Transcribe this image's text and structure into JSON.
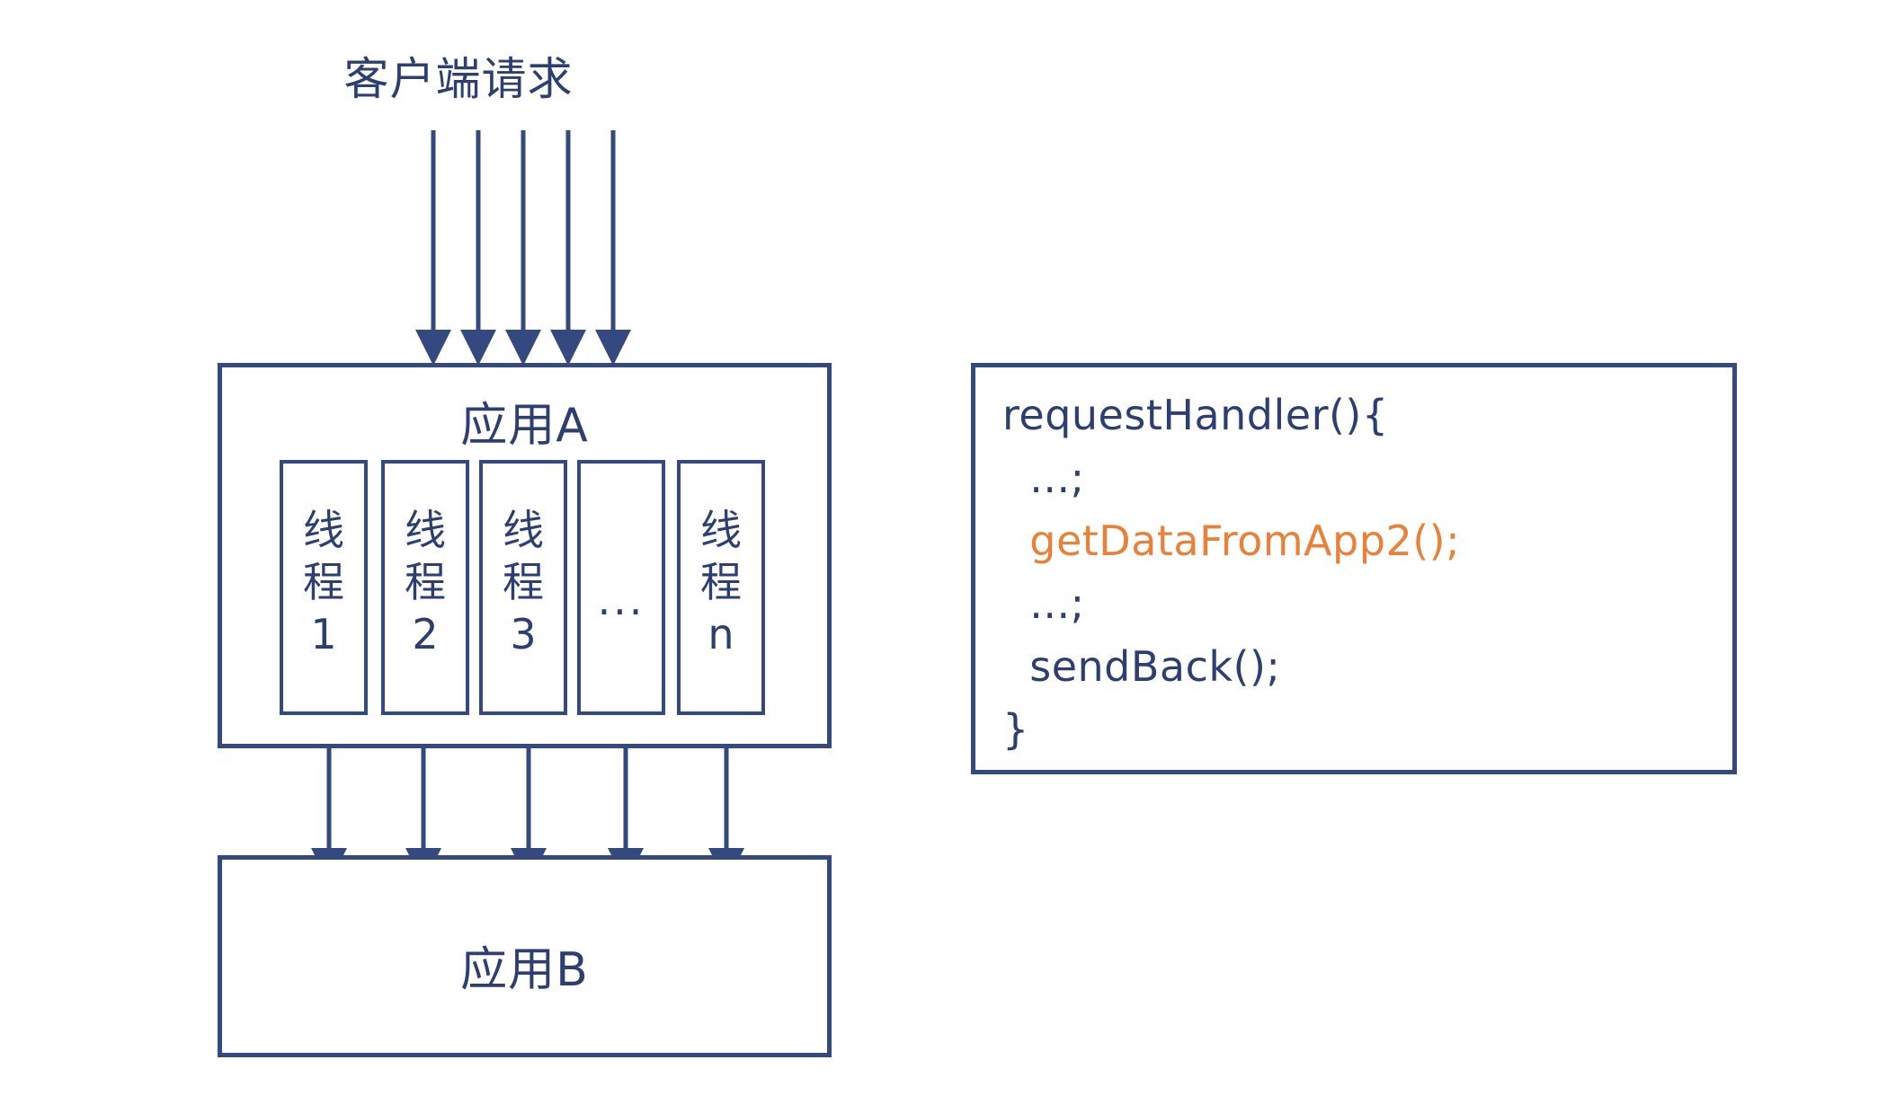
{
  "diagram": {
    "title": "客户端请求",
    "app_a": {
      "title": "应用A",
      "threads": [
        {
          "label": "线\n程\n1"
        },
        {
          "label": "线\n程\n2"
        },
        {
          "label": "线\n程\n3"
        },
        {
          "label": "..."
        },
        {
          "label": "线\n程\nn"
        }
      ]
    },
    "app_b": {
      "title": "应用B"
    },
    "code_panel": {
      "lines": [
        {
          "text": "requestHandler(){",
          "accent": false
        },
        {
          "text": "  ...;",
          "accent": false
        },
        {
          "text": "  getDataFromApp2();",
          "accent": true
        },
        {
          "text": "  ...;",
          "accent": false
        },
        {
          "text": "  sendBack();",
          "accent": false
        },
        {
          "text": "}",
          "accent": false
        }
      ]
    },
    "colors": {
      "stroke": "#34497f",
      "text": "#2c3f70",
      "accent": "#e8813a",
      "background": "#ffffff"
    }
  }
}
